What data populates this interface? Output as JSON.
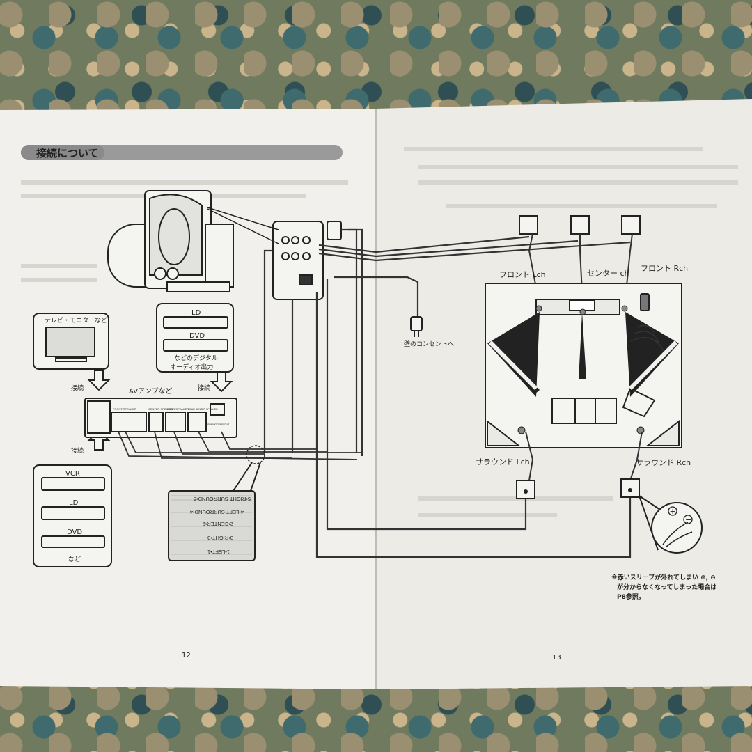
{
  "left_page": {
    "section_title": "接続について",
    "page_number": "12",
    "devices": {
      "tv": "テレビ・モニターなど",
      "ld": "LD",
      "dvd": "DVD",
      "digital_out": [
        "などのデジタル",
        "オーディオ出力"
      ],
      "connect_left": "接続",
      "connect_right": "接続",
      "connect_bottom": "接続",
      "av_amp": "AVアンプなど",
      "vcr": "VCR",
      "ld2": "LD",
      "dvd2": "DVD",
      "etc": "など"
    },
    "amp_panel_labels": {
      "front": "FRONT SPEAKER",
      "center": "CENTER SPEAKER",
      "rear": "REAR SPEAKER",
      "rear_center": "REAR CENTER SPEAKER",
      "subwoofer": "SUBWOOFER OUT"
    },
    "cable_labels": [
      "1•LEFT•1",
      "3•RIGHT•3",
      "2•CENTER•2",
      "4•LEFT SURROUND•4",
      "5•RIGHT SURROUND•5"
    ]
  },
  "right_page": {
    "page_number": "13",
    "outlet_label": "壁のコンセントへ",
    "speakers": {
      "front_l": "フロント Lch",
      "center": "センター ch",
      "front_r": "フロント Rch",
      "surround_l": "サラウンド Lch",
      "surround_r": "サラウンド Rch"
    },
    "polarity": {
      "plus": "+",
      "minus": "−"
    },
    "note": [
      "※赤いスリーブが外れてしまい ⊕, ⊖",
      "が分からなくなってしまった場合は",
      "P8参照。"
    ]
  },
  "colors": {
    "paper": "#f1f0ec",
    "ink": "#222222",
    "title_bar": "#9a9a9a",
    "carpet": "#6f7a5e"
  }
}
